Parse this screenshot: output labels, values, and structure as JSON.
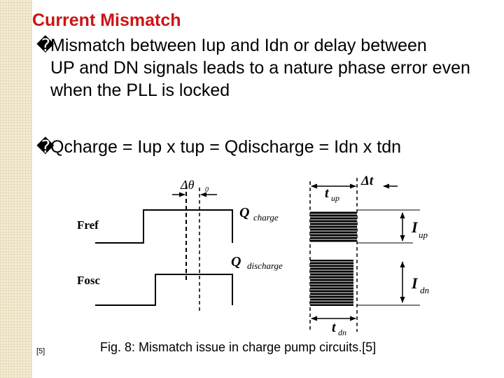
{
  "slide": {
    "title": "Current Mismatch",
    "bullets": [
      {
        "marker": "�",
        "line1": "Mismatch between Iup and Idn or delay between",
        "rest": "UP and DN signals leads to a nature phase error even when the PLL is locked"
      },
      {
        "marker": "�",
        "text": "Qcharge = Iup x tup = Qdischarge = Idn x tdn"
      }
    ],
    "reference": "[5]",
    "caption": "Fig. 8: Mismatch issue in charge pump circuits.[5]"
  },
  "figure": {
    "labels": {
      "fref": "Fref",
      "fosc": "Fosc",
      "delta_theta": "Δθ",
      "theta_sub": "0",
      "q": "Q",
      "charge": "charge",
      "discharge": "discharge",
      "t": "t",
      "up": "up",
      "dn": "dn",
      "delta_t": "Δt",
      "i": "I"
    }
  }
}
